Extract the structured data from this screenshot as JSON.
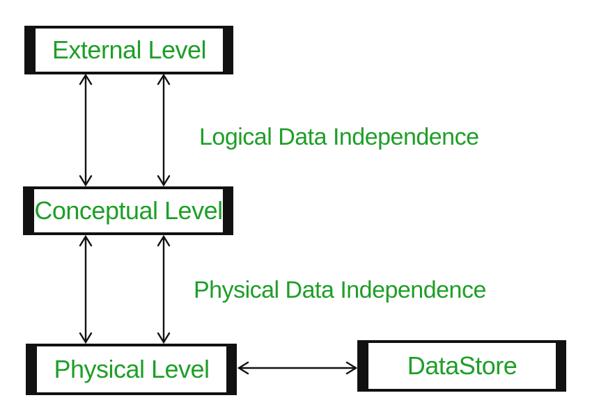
{
  "diagram": {
    "title": "DBMS three-schema architecture data independence diagram",
    "colors": {
      "accent": "#1e9e28",
      "line": "#111111",
      "box_fill": "#ffffff",
      "background": "#ffffff"
    },
    "boxes": [
      {
        "id": "external",
        "label": "External Level"
      },
      {
        "id": "conceptual",
        "label": "Conceptual Level"
      },
      {
        "id": "physical",
        "label": "Physical Level"
      },
      {
        "id": "datastore",
        "label": "DataStore"
      }
    ],
    "annotations": [
      {
        "id": "logical-data-independence",
        "label": "Logical Data Independence"
      },
      {
        "id": "physical-data-independence",
        "label": "Physical Data Independence"
      }
    ],
    "connections": [
      {
        "from": "external",
        "to": "conceptual",
        "style": "double-headed, two parallel vertical arrows"
      },
      {
        "from": "conceptual",
        "to": "physical",
        "style": "double-headed, two parallel vertical arrows"
      },
      {
        "from": "physical",
        "to": "datastore",
        "style": "double-headed horizontal arrow"
      }
    ]
  }
}
